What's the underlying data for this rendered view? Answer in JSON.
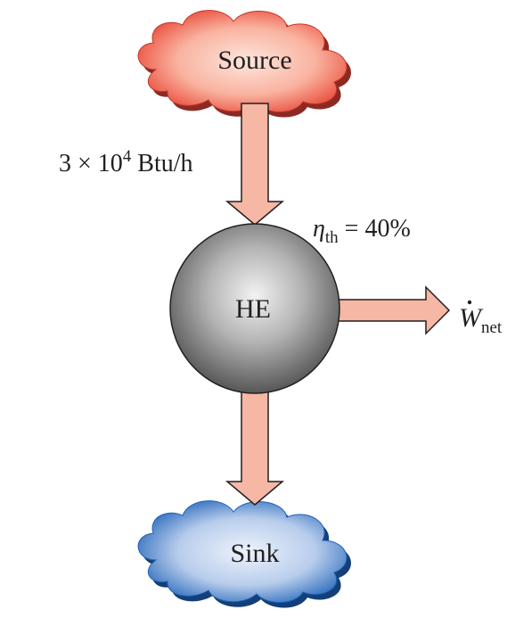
{
  "diagram": {
    "source_label": "Source",
    "sink_label": "Sink",
    "engine_label": "HE",
    "heat_input": {
      "coefficient": "3 × 10",
      "exponent": "4",
      "unit": " Btu/h"
    },
    "efficiency": {
      "symbol": "η",
      "subscript": "th",
      "value": " = 40%"
    },
    "work_output": {
      "symbol": "W",
      "subscript": "net"
    }
  },
  "colors": {
    "arrow_fill": "#f6b7a4",
    "arrow_stroke": "#231f20",
    "source_cloud": "#f05a48",
    "sink_cloud": "#2a6fc0",
    "engine_sphere": "#8a8a8a"
  }
}
